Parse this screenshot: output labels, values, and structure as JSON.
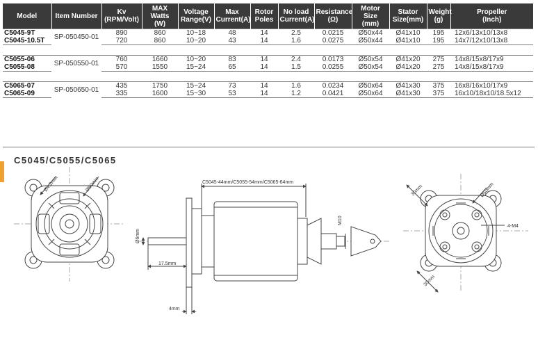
{
  "table": {
    "headers": [
      [
        "Model"
      ],
      [
        "Item Number"
      ],
      [
        "Kv",
        "(RPM/Volt)"
      ],
      [
        "MAX Watts",
        "(W)"
      ],
      [
        "Voltage",
        "Range(V)"
      ],
      [
        "Max",
        "Current(A)"
      ],
      [
        "Rotor",
        "Poles"
      ],
      [
        "No load",
        "Current(A)"
      ],
      [
        "Resistance",
        "(Ω)"
      ],
      [
        "Motor Size",
        "(mm)"
      ],
      [
        "Stator",
        "Size(mm)"
      ],
      [
        "Weight",
        "(g)"
      ],
      [
        "Propeller",
        "(Inch)"
      ]
    ],
    "groups": [
      {
        "item": "SP-050450-01",
        "rows": [
          {
            "model": "C5045-9T",
            "kv": "890",
            "watts": "860",
            "voltage": "10~18",
            "current": "48",
            "poles": "14",
            "noload": "2.5",
            "resistance": "0.0215",
            "motor_size": "Ø50x44",
            "stator": "Ø41x10",
            "weight": "195",
            "propeller": "12x6/13x10/13x8"
          },
          {
            "model": "C5045-10.5T",
            "kv": "720",
            "watts": "860",
            "voltage": "10~20",
            "current": "43",
            "poles": "14",
            "noload": "1.6",
            "resistance": "0.0275",
            "motor_size": "Ø50x44",
            "stator": "Ø41x10",
            "weight": "195",
            "propeller": "14x7/12x10/13x8"
          }
        ]
      },
      {
        "item": "SP-050550-01",
        "rows": [
          {
            "model": "C5055-06",
            "kv": "760",
            "watts": "1660",
            "voltage": "10~20",
            "current": "83",
            "poles": "14",
            "noload": "2.4",
            "resistance": "0.0173",
            "motor_size": "Ø50x54",
            "stator": "Ø41x20",
            "weight": "275",
            "propeller": "14x8/15x8/17x9"
          },
          {
            "model": "C5055-08",
            "kv": "570",
            "watts": "1550",
            "voltage": "15~24",
            "current": "65",
            "poles": "14",
            "noload": "1.5",
            "resistance": "0.0255",
            "motor_size": "Ø50x54",
            "stator": "Ø41x20",
            "weight": "275",
            "propeller": "14x8/15x8/17x9"
          }
        ]
      },
      {
        "item": "SP-050650-01",
        "rows": [
          {
            "model": "C5065-07",
            "kv": "435",
            "watts": "1750",
            "voltage": "15~24",
            "current": "73",
            "poles": "14",
            "noload": "1.6",
            "resistance": "0.0234",
            "motor_size": "Ø50x64",
            "stator": "Ø41x30",
            "weight": "375",
            "propeller": "16x8/16x10/17x9"
          },
          {
            "model": "C5065-09",
            "kv": "335",
            "watts": "1600",
            "voltage": "15~30",
            "current": "53",
            "poles": "14",
            "noload": "1.2",
            "resistance": "0.0421",
            "motor_size": "Ø50x64",
            "stator": "Ø41x30",
            "weight": "375",
            "propeller": "16x10/18x10/18.5x12"
          }
        ]
      }
    ]
  },
  "drawing": {
    "title": "C5045/C5055/C5065",
    "front": {
      "dim_mount": "Ø4.2mm",
      "dim_dia": "Ø50mm"
    },
    "side": {
      "length": "C5045-44mm/C5055-54mm/C5065-64mm",
      "shaft": "Ø6mm",
      "thread": "M10",
      "shaft_len": "17.5mm",
      "flange": "4mm"
    },
    "rear": {
      "spacing_top": "30mm",
      "dia": "Ø50mm",
      "holes": "4-M4",
      "spacing_bottom": "30mm"
    }
  }
}
